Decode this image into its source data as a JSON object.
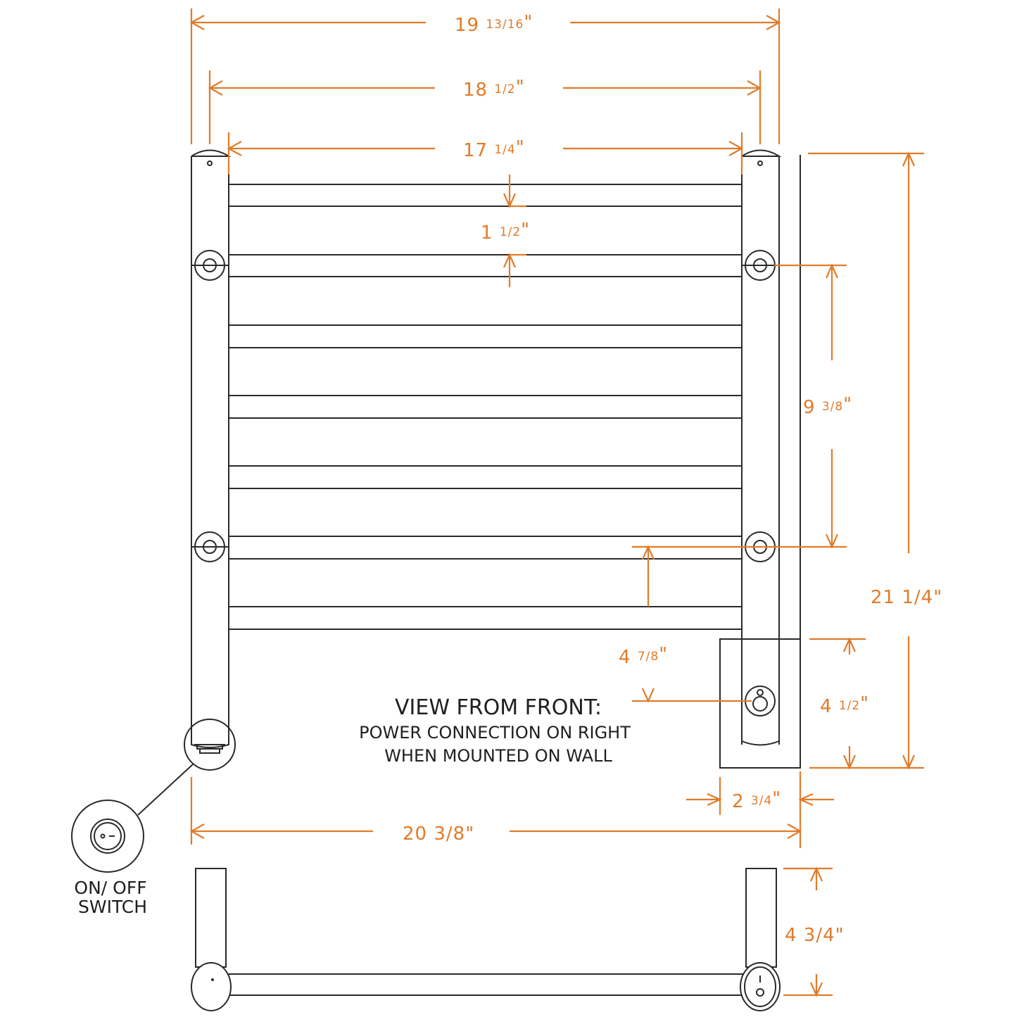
{
  "colors": {
    "dimension": "#e07b2a",
    "line": "#2a2a2a",
    "background": "#ffffff"
  },
  "dimensions": {
    "overall_width": {
      "whole": "19",
      "frac": "13/16",
      "unit": "\""
    },
    "mount_width": {
      "whole": "18",
      "frac": "1/2",
      "unit": "\""
    },
    "bar_width": {
      "whole": "17",
      "frac": "1/4",
      "unit": "\""
    },
    "bar_spacing": {
      "whole": "1",
      "frac": "1/2",
      "unit": "\""
    },
    "bracket_spacing": {
      "whole": "9",
      "frac": "3/8",
      "unit": "\""
    },
    "overall_height": {
      "text": "21 1/4\""
    },
    "bracket_to_power": {
      "whole": "4",
      "frac": "7/8",
      "unit": "\""
    },
    "power_box_height": {
      "whole": "4",
      "frac": "1/2",
      "unit": "\""
    },
    "power_box_width": {
      "whole": "2",
      "frac": "3/4",
      "unit": "\""
    },
    "overall_width_with_box": {
      "text": "20 3/8\""
    },
    "depth": {
      "text": "4 3/4\""
    }
  },
  "notes": {
    "title": "VIEW FROM FRONT:",
    "line1": "POWER CONNECTION ON RIGHT",
    "line2": "WHEN MOUNTED ON WALL"
  },
  "callout": {
    "line1": "ON/ OFF",
    "line2": "SWITCH"
  },
  "bars": [
    262,
    362,
    462,
    562,
    662,
    762,
    862
  ]
}
